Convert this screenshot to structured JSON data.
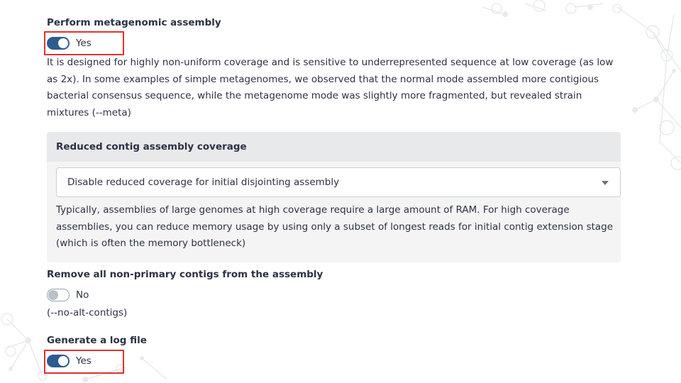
{
  "metagenomic": {
    "label": "Perform metagenomic assembly",
    "toggle_state": "Yes",
    "toggle_on": true,
    "help": "It is designed for highly non-uniform coverage and is sensitive to underrepresented sequence at low coverage (as low as 2x). In some examples of simple metagenomes, we observed that the normal mode assembled more contigious bacterial consensus sequence, while the metagenome mode was slightly more fragmented, but revealed strain mixtures (--meta)"
  },
  "reduced_coverage": {
    "title": "Reduced contig assembly coverage",
    "selected": "Disable reduced coverage for initial disjointing assembly",
    "help": "Typically, assemblies of large genomes at high coverage require a large amount of RAM. For high coverage assemblies, you can reduce memory usage by using only a subset of longest reads for initial contig extension stage (which is often the memory bottleneck)"
  },
  "remove_contigs": {
    "label": "Remove all non-primary contigs from the assembly",
    "toggle_state": "No",
    "toggle_on": false,
    "help": "(--no-alt-contigs)"
  },
  "log_file": {
    "label": "Generate a log file",
    "toggle_state": "Yes",
    "toggle_on": true
  },
  "colors": {
    "toggle_on": "#2c5c8f",
    "highlight": "#e0322f",
    "panel_bg": "#f4f4f5"
  }
}
